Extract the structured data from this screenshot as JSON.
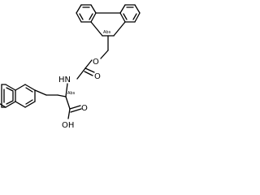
{
  "molecule": {
    "atoms": {
      "carbamate_o_ether": "O",
      "carbamate_o_carbonyl": "O",
      "nh": "HN",
      "acid_o_carbonyl": "O",
      "acid_oh": "OH"
    },
    "stereo_labels": {
      "fluorenyl_c9": "Abs",
      "alpha_carbon": "Abs"
    }
  },
  "colors": {
    "bond": "#000000",
    "background": "#ffffff"
  }
}
